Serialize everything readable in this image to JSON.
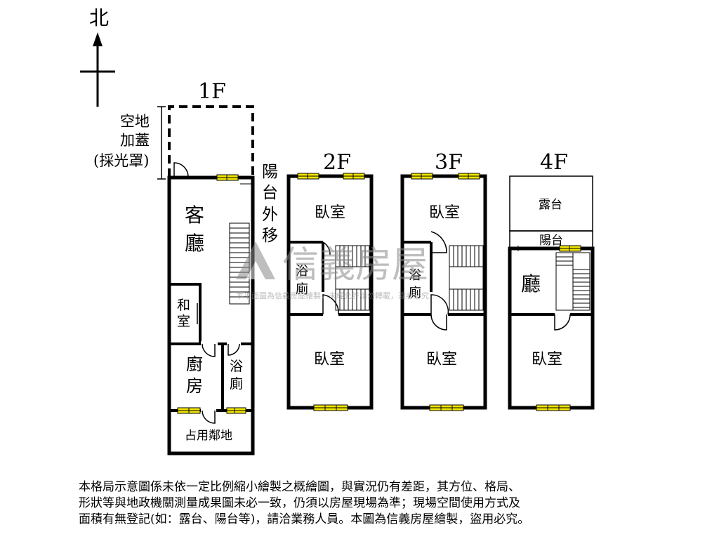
{
  "compass": {
    "north_label": "北"
  },
  "floors": {
    "f1": {
      "label": "1F",
      "addon_label_1": "空地",
      "addon_label_2": "加蓋",
      "addon_label_3": "(採光罩)",
      "balcony_moved": [
        "陽",
        "台",
        "外",
        "移"
      ],
      "living_room": [
        "客",
        "廳"
      ],
      "japanese_room": [
        "和",
        "室"
      ],
      "kitchen": [
        "廚",
        "房"
      ],
      "bathroom": [
        "浴",
        "廁"
      ],
      "occupied_land": "占用鄰地"
    },
    "f2": {
      "label": "2F",
      "bedroom_top": "臥室",
      "bathroom": [
        "浴",
        "廁"
      ],
      "bedroom_bottom": "臥室"
    },
    "f3": {
      "label": "3F",
      "bedroom_top": "臥室",
      "bathroom": [
        "浴",
        "廁"
      ],
      "bedroom_bottom": "臥室"
    },
    "f4": {
      "label": "4F",
      "terrace": "露台",
      "balcony": "陽台",
      "hall": "廳",
      "bedroom_bottom": "臥室"
    }
  },
  "watermark": {
    "brand": "信義房屋",
    "notice": "本平面圖為信義房屋繪製，未經允許請勿轉載，違者必究"
  },
  "disclaimer": {
    "line1": "本格局示意圖係未依一定比例縮小繪製之概繪圖，與實況仍有差距，其方位、格局、",
    "line2": "形狀等與地政機關測量成果圖未必一致，仍須以房屋現場為準；現場空間使用方式及",
    "line3": "面積有無登記(如：露台、陽台等)，請洽業務人員。本圖為信義房屋繪製，盜用必究。"
  },
  "colors": {
    "wall": "#000000",
    "window": "#f2e600",
    "watermark": "#8a8a8a"
  }
}
